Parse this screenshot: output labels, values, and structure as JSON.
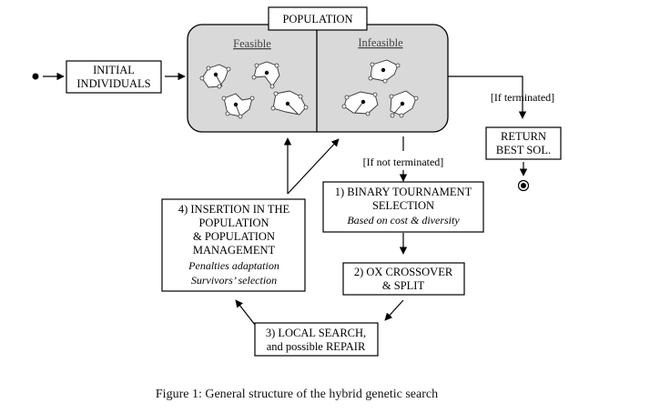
{
  "population": {
    "title": "POPULATION",
    "feasible_label": "Feasible",
    "infeasible_label": "Infeasible"
  },
  "nodes": {
    "initial": [
      "INITIAL",
      "INDIVIDUALS"
    ],
    "return_best": [
      "RETURN",
      "BEST SOL."
    ],
    "selection": {
      "lines": [
        "1) BINARY TOURNAMENT",
        "SELECTION"
      ],
      "sub": [
        "Based on cost & diversity"
      ]
    },
    "crossover": {
      "lines": [
        "2) OX CROSSOVER",
        "& SPLIT"
      ],
      "sub": []
    },
    "local_search": {
      "lines": [
        "3) LOCAL SEARCH,",
        "and possible REPAIR"
      ],
      "sub": []
    },
    "insertion": {
      "lines": [
        "4) INSERTION IN THE",
        "POPULATION",
        "& POPULATION",
        "MANAGEMENT"
      ],
      "sub": [
        "Penalties adaptation",
        "Survivors’ selection"
      ]
    }
  },
  "edge_labels": {
    "terminated": "[If terminated]",
    "not_terminated": "[If not terminated]"
  },
  "caption": "Figure 1: General structure of the hybrid genetic search",
  "colors": {
    "population_fill": "#d9d9d9",
    "stroke": "#000000"
  }
}
